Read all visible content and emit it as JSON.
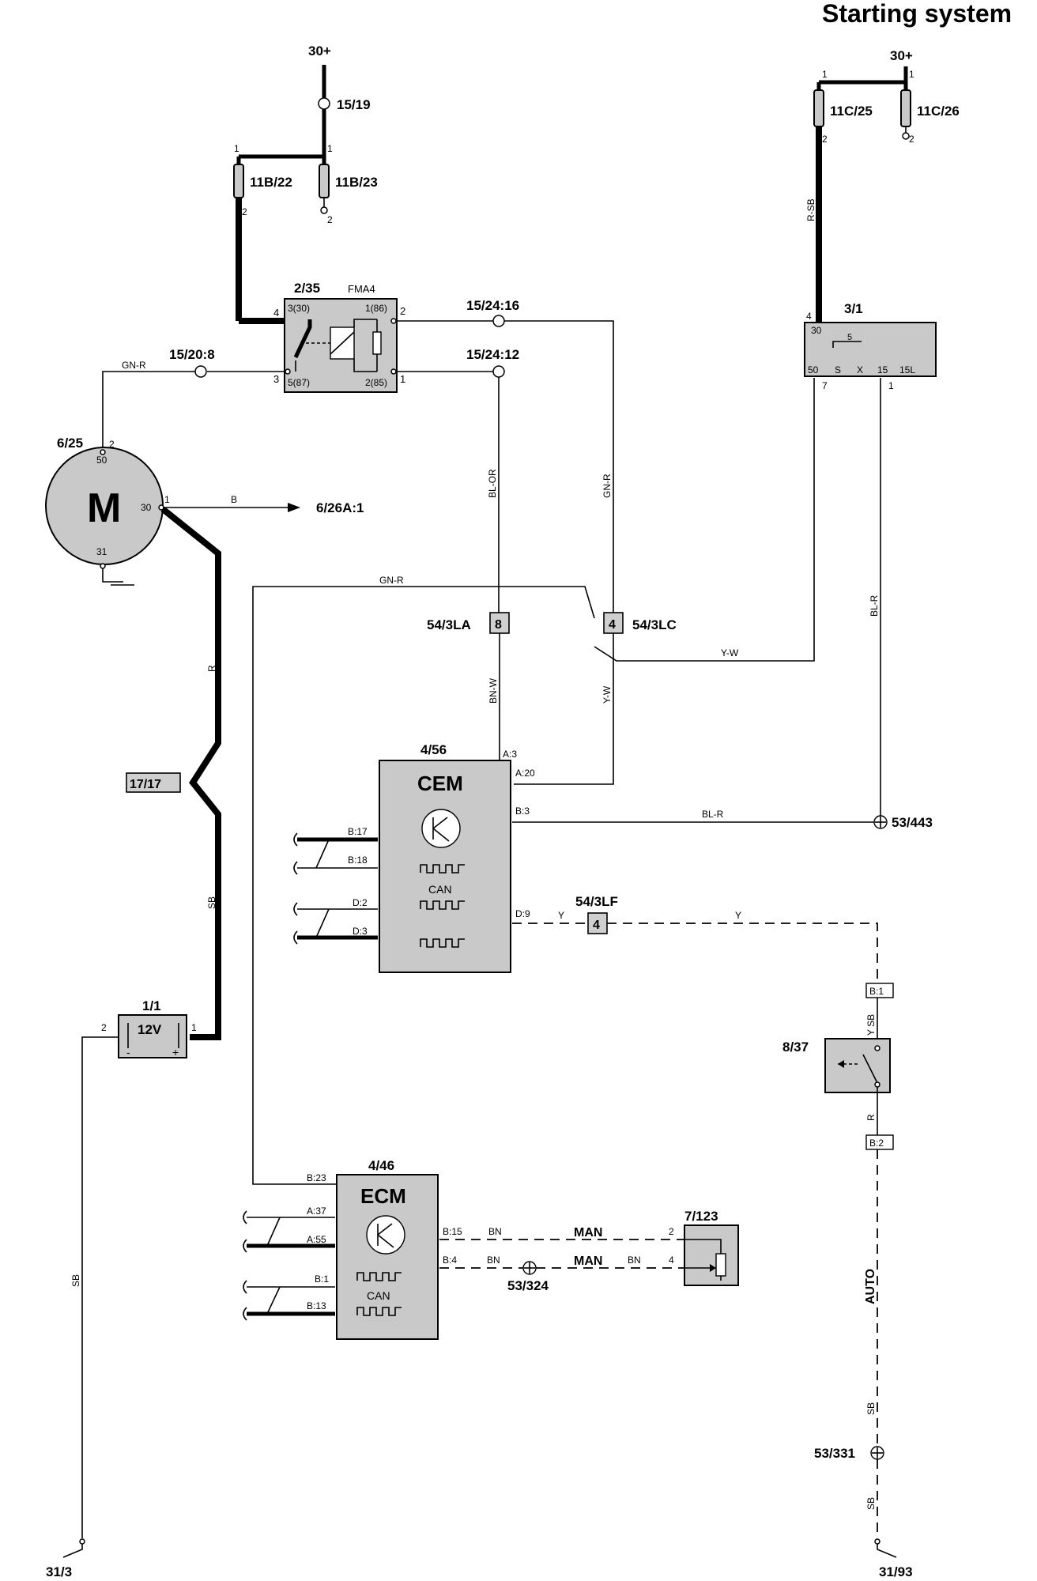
{
  "title": "Starting system",
  "supplies": {
    "left": "30+",
    "right": "30+"
  },
  "grounds": {
    "left": "31/3",
    "right": "31/93"
  },
  "fuses": {
    "f11b22": "11B/22",
    "f11b23": "11B/23",
    "f11c25": "11C/25",
    "f11c26": "11C/26"
  },
  "splices": {
    "s15_19": "15/19",
    "s15_20_8": "15/20:8",
    "s15_24_16": "15/24:16",
    "s15_24_12": "15/24:12",
    "s53_443": "53/443",
    "s53_324": "53/324",
    "s53_331": "53/331"
  },
  "relay": {
    "id": "2/35",
    "name": "FMA4",
    "p30": "3(30)",
    "p86": "1(86)",
    "p87": "5(87)",
    "p85": "2(85)"
  },
  "ignition_switch": {
    "id": "3/1",
    "p30": "30",
    "p50": "50",
    "pS": "S",
    "pX": "X",
    "p15": "15",
    "p15l": "15L"
  },
  "starter": {
    "id": "6/25",
    "symbol": "M",
    "p50": "50",
    "p30": "30",
    "p31": "31",
    "output": "6/26A:1"
  },
  "battery": {
    "id": "1/1",
    "voltage": "12V",
    "minus": "-",
    "plus": "+"
  },
  "connector_17_17": "17/17",
  "connectors": {
    "c54_3la": "54/3LA",
    "c54_3la_pin": "8",
    "c54_3lc": "54/3LC",
    "c54_3lc_pin": "4",
    "c54_3lf": "54/3LF",
    "c54_3lf_pin": "4"
  },
  "cem": {
    "id": "4/56",
    "name": "CEM",
    "can": "CAN",
    "pins": [
      "A:3",
      "A:20",
      "B:3",
      "B:17",
      "B:18",
      "D:2",
      "D:3",
      "D:9"
    ]
  },
  "ecm": {
    "id": "4/46",
    "name": "ECM",
    "can": "CAN",
    "pins": [
      "B:23",
      "A:37",
      "A:55",
      "B:1",
      "B:13",
      "B:15",
      "B:4"
    ]
  },
  "gear_position_switch": {
    "id": "8/37",
    "pin1": "B:1",
    "pin2": "B:2"
  },
  "sensor": {
    "id": "7/123"
  },
  "annotations": {
    "man1": "MAN",
    "man2": "MAN",
    "auto": "AUTO"
  },
  "pin_numbers": [
    "1",
    "2",
    "3",
    "4",
    "7"
  ],
  "wire_colors": [
    "GN-R",
    "B",
    "R",
    "SB",
    "BL-OR",
    "GN-R",
    "BN-W",
    "Y-W",
    "R-SB",
    "BL-R",
    "Y-W",
    "BL-R",
    "Y",
    "Y",
    "SB",
    "BN",
    "BN",
    "Y SB",
    "R",
    "SB",
    "SB",
    "SB"
  ]
}
